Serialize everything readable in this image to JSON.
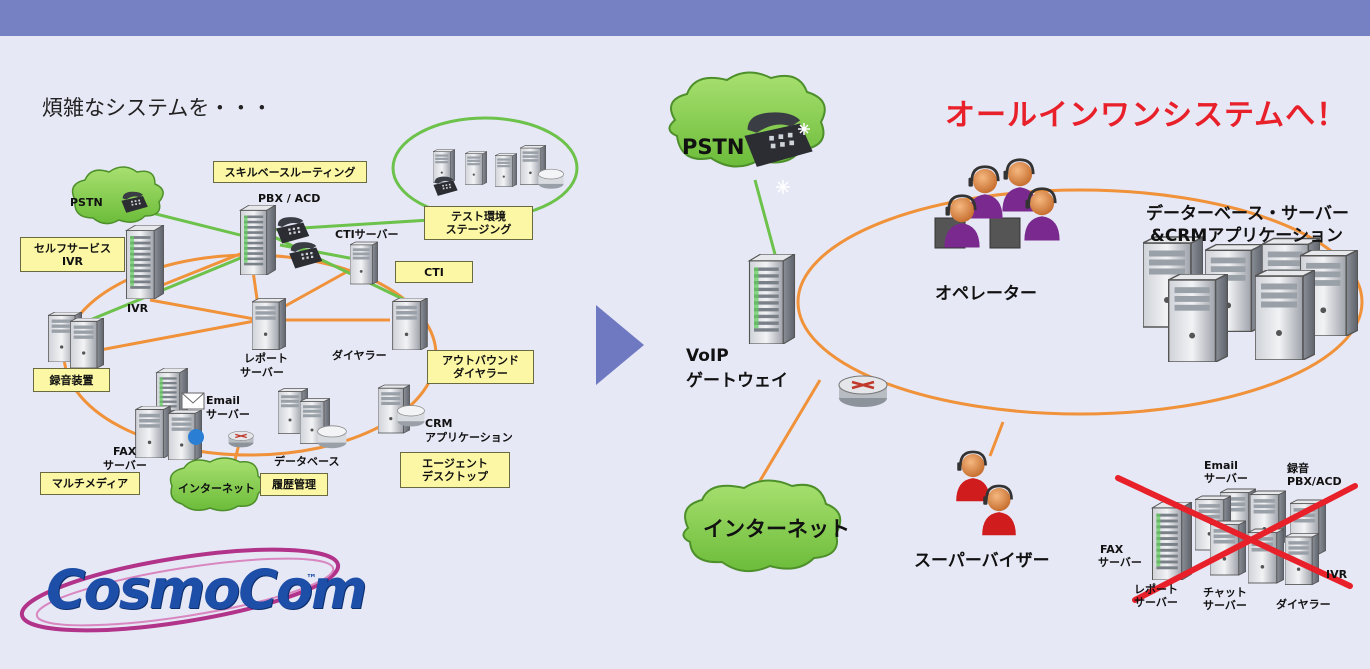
{
  "left_panel": {
    "heading": "煩雑なシステムを・・・",
    "boxes": {
      "skill_routing": "スキルベースルーティング",
      "test_env": "テスト環境\nステージング",
      "self_service_ivr": "セルフサービス\nIVR",
      "cti": "CTI",
      "outbound_dialer": "アウトバウンド\nダイヤラー",
      "recording": "録音装置",
      "multimedia": "マルチメディア",
      "history": "履歴管理",
      "agent_desktop": "エージェント\nデスクトップ"
    },
    "labels": {
      "pstn": "PSTN",
      "pbx_acd": "PBX / ACD",
      "cti_server": "CTIサーバー",
      "ivr": "IVR",
      "report_server_1": "レポート",
      "report_server_2": "サーバー",
      "dialer": "ダイヤラー",
      "email_1": "Email",
      "email_2": "サーバー",
      "fax_1": "FAX",
      "fax_2": "サーバー",
      "database": "データベース",
      "crm_1": "CRM",
      "crm_2": "アプリケーション",
      "internet": "インターネット"
    },
    "logo": "CosmoCom",
    "logo_tm": "™"
  },
  "right_panel": {
    "headline": "オールインワンシステムへ！",
    "labels": {
      "pstn": "PSTN",
      "voip_1": "VoIP",
      "voip_2": "ゲートウェイ",
      "operator": "オペレーター",
      "db_1": "データーベース・サーバー",
      "db_2": "&CRMアプリケーション",
      "internet": "インターネット",
      "supervisor": "スーパーバイザー"
    },
    "crossed_out": {
      "email_1": "Email",
      "email_2": "サーバー",
      "rec_1": "録音",
      "rec_2": "PBX/ACD",
      "fax_1": "FAX",
      "fax_2": "サーバー",
      "report_1": "レポート",
      "report_2": "サーバー",
      "chat_1": "チャット",
      "chat_2": "サーバー",
      "dialer": "ダイヤラー",
      "ivr": "IVR"
    }
  },
  "colors": {
    "top_bar": "#7681c3",
    "background": "#e7e8f6",
    "orange_link": "#f0923a",
    "green_link": "#6cc24a",
    "cloud": "#8ed14f",
    "label_box": "#fbf7a4",
    "headline": "#e8202a",
    "arrow": "#6f79c1",
    "cross": "#e8202a",
    "logo": "#1e4fa8"
  }
}
